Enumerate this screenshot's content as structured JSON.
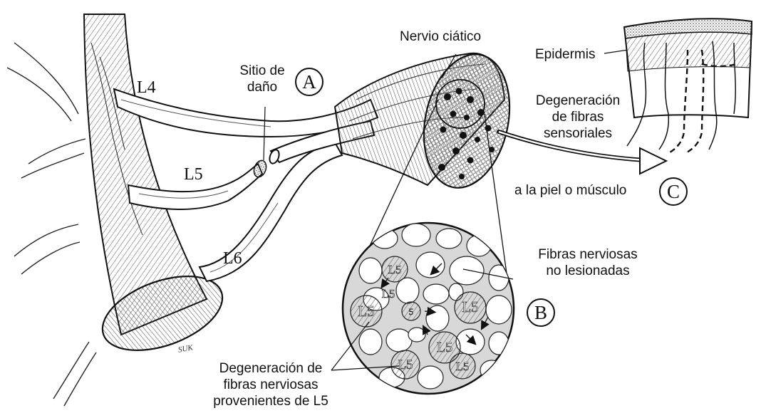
{
  "labels": {
    "sciatic_nerve": "Nervio ciático",
    "damage_site_line1": "Sitio de",
    "damage_site_line2": "daño",
    "epidermis": "Epidermis",
    "sensory_line1": "Degeneración",
    "sensory_line2": "de fibras",
    "sensory_line3": "sensoriales",
    "to_skin": "a la piel o músculo",
    "uninjured_line1": "Fibras nerviosas",
    "uninjured_line2": "no lesionadas",
    "l5_deg_line1": "Degeneración de",
    "l5_deg_line2": "fibras nerviosas",
    "l5_deg_line3": "provenientes de L5"
  },
  "roots": {
    "l4": "L4",
    "l5": "L5",
    "l6": "L6"
  },
  "markers": {
    "a": "A",
    "b": "B",
    "c": "C"
  },
  "inset_fibers": [
    "L5",
    "L5",
    "L5",
    "5",
    "L5",
    "L5",
    "L5",
    "L5"
  ],
  "signature": "SUK"
}
